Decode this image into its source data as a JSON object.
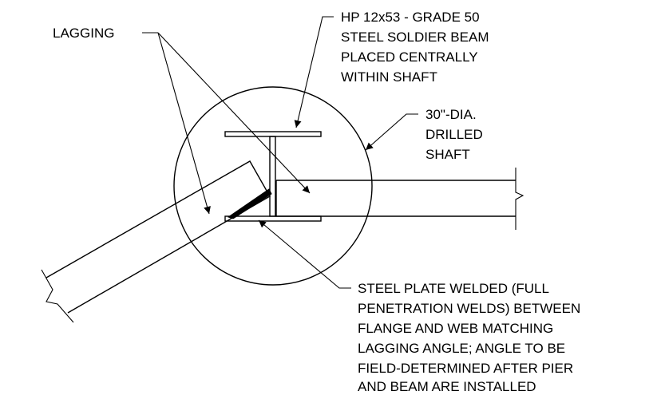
{
  "labels": {
    "lagging": "LAGGING",
    "beam": [
      "HP 12x53 - GRADE 50",
      "STEEL SOLDIER BEAM",
      "PLACED CENTRALLY",
      "WITHIN SHAFT"
    ],
    "shaft": [
      "30\"-DIA.",
      "DRILLED",
      "SHAFT"
    ],
    "plate": [
      "STEEL PLATE WELDED (FULL",
      "PENETRATION WELDS) BETWEEN",
      "FLANGE AND WEB MATCHING",
      "LAGGING ANGLE; ANGLE TO BE",
      "FIELD-DETERMINED AFTER PIER",
      "AND BEAM ARE INSTALLED"
    ]
  },
  "colors": {
    "line": "#000000",
    "background": "#ffffff"
  }
}
